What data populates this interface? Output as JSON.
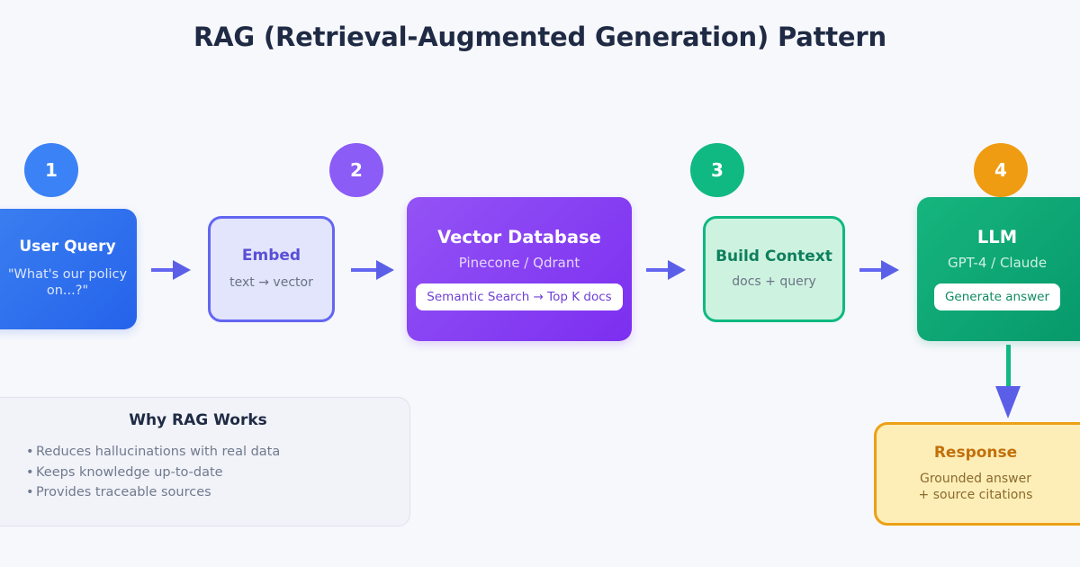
{
  "title": "RAG (Retrieval-Augmented Generation) Pattern",
  "background_color": "#f7f8fc",
  "badges": [
    {
      "label": "1",
      "color": "#3b82f6"
    },
    {
      "label": "2",
      "color": "#8b5cf6"
    },
    {
      "label": "3",
      "color": "#10b981"
    },
    {
      "label": "4",
      "color": "#ef9c12"
    }
  ],
  "nodes": {
    "user_query": {
      "title": "User Query",
      "subtitle": "\"What's our policy on...?\"",
      "color": "#2563eb"
    },
    "embed": {
      "title": "Embed",
      "subtitle": "text → vector",
      "color": "#6366f1"
    },
    "vector_db": {
      "title": "Vector Database",
      "subtitle": "Pinecone / Qdrant",
      "chip": "Semantic Search → Top K docs",
      "color": "#7c2ff0"
    },
    "build_context": {
      "title": "Build Context",
      "subtitle": "docs + query",
      "color": "#10b981"
    },
    "llm": {
      "title": "LLM",
      "subtitle": "GPT-4 / Claude",
      "chip": "Generate answer",
      "color": "#059669"
    },
    "response": {
      "title": "Response",
      "subtitle_line1": "Grounded answer",
      "subtitle_line2": "+ source citations",
      "color": "#eca016"
    }
  },
  "why_card": {
    "title": "Why RAG Works",
    "bullets": [
      "Reduces hallucinations with real data",
      "Keeps knowledge up-to-date",
      "Provides traceable sources"
    ]
  },
  "arrows": {
    "flow_color": "#5b5fe8",
    "vertical_shaft_color": "#10b981"
  }
}
